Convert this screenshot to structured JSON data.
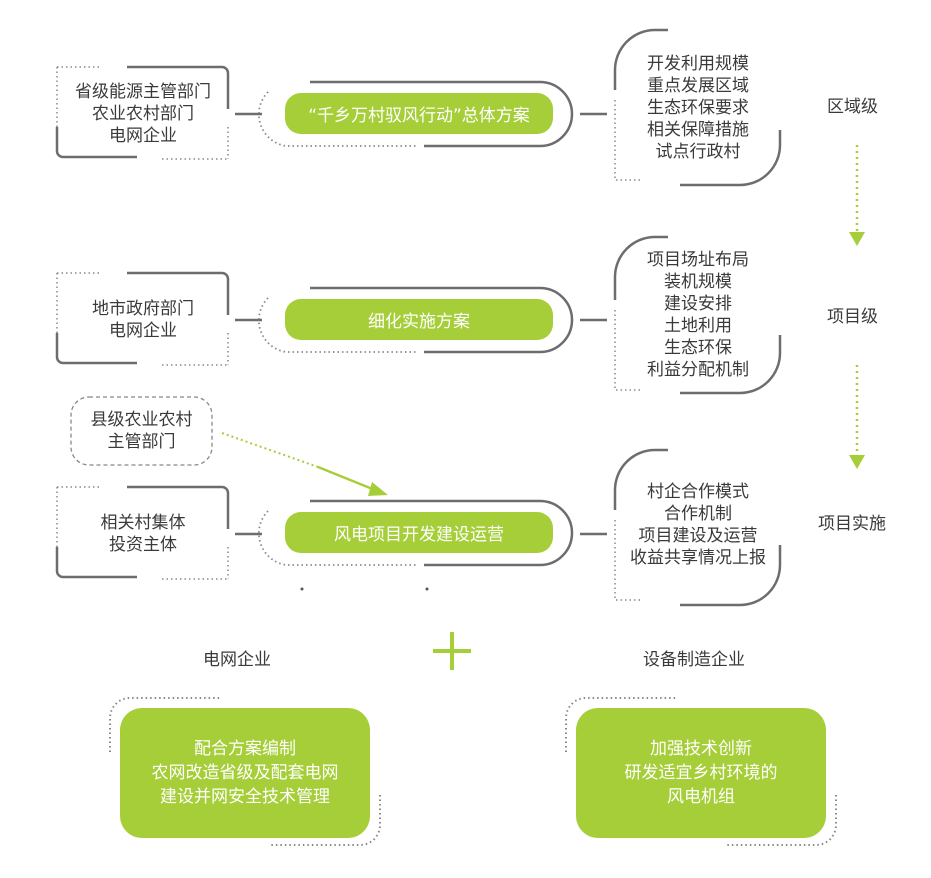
{
  "rows": [
    {
      "actors": [
        "省级能源主管部门",
        "农业农村部门",
        "电网企业"
      ],
      "plan": "“千乡万村驭风行动”总体方案",
      "contents": [
        "开发利用规模",
        "重点发展区域",
        "生态环保要求",
        "相关保障措施",
        "试点行政村"
      ],
      "level": "区域级"
    },
    {
      "actors": [
        "地市政府部门",
        "电网企业"
      ],
      "plan": "细化实施方案",
      "contents": [
        "项目场址布局",
        "装机规模",
        "建设安排",
        "土地利用",
        "生态环保",
        "利益分配机制"
      ],
      "level": "项目级"
    },
    {
      "actors": [
        "相关村集体",
        "投资主体"
      ],
      "plan": "风电项目开发建设运营",
      "contents": [
        "村企合作模式",
        "合作机制",
        "项目建设及运营",
        "收益共享情况上报"
      ],
      "level": "项目实施"
    }
  ],
  "county_actor": [
    "县级农业农村",
    "主管部门"
  ],
  "bottom": {
    "left": {
      "title": "电网企业",
      "lines": [
        "配合方案编制",
        "农网改造省级及配套电网",
        "建设并网安全技术管理"
      ]
    },
    "plus": "+",
    "right": {
      "title": "设备制造企业",
      "lines": [
        "加强技术创新",
        "研发适宜乡村环境的",
        "风电机组"
      ]
    }
  },
  "colors": {
    "accent": "#a6ce39",
    "line": "#6d6d6d"
  }
}
